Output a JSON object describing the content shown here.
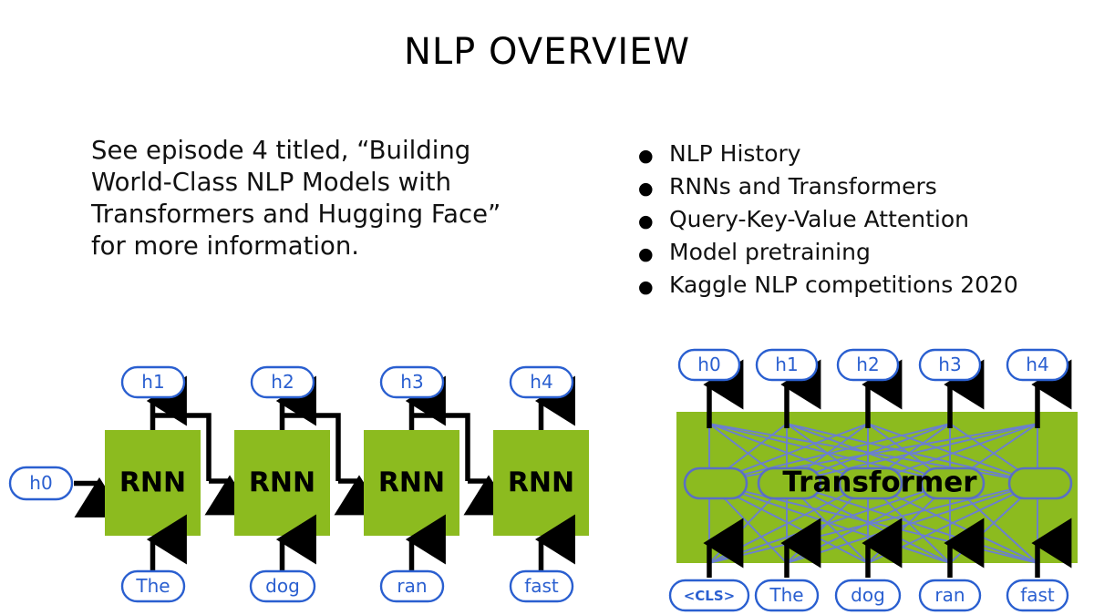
{
  "slide": {
    "title": "NLP OVERVIEW",
    "paragraph": "See episode 4 titled, “Building World-Class NLP Models with Transformers and Hugging Face” for more information.",
    "bullets": [
      {
        "marker": "●",
        "label": "NLP History"
      },
      {
        "marker": "●",
        "label": "RNNs and Transformers"
      },
      {
        "marker": "●",
        "label": "Query-Key-Value Attention"
      },
      {
        "marker": "●",
        "label": "Model pretraining"
      },
      {
        "marker": "●",
        "label": "Kaggle NLP competitions 2020"
      }
    ]
  },
  "colors": {
    "green": "#8cbb1f",
    "pill_border_blue": "#2a5fd0",
    "pill_text_blue": "#2a5fd0",
    "attention_line": "#6b7fd0",
    "arrow_black": "#000000",
    "text_black": "#111111",
    "background": "#ffffff"
  },
  "rnn_diagram": {
    "name": "rnn-unrolled-diagram",
    "initial_state": "h0",
    "cells": [
      {
        "label": "RNN",
        "input": "The",
        "output": "h1"
      },
      {
        "label": "RNN",
        "input": "dog",
        "output": "h2"
      },
      {
        "label": "RNN",
        "input": "ran",
        "output": "h3"
      },
      {
        "label": "RNN",
        "input": "fast",
        "output": "h4"
      }
    ]
  },
  "transformer_diagram": {
    "name": "transformer-attention-diagram",
    "label": "Transformer",
    "inputs": [
      "<CLS>",
      "The",
      "dog",
      "ran",
      "fast"
    ],
    "outputs": [
      "h0",
      "h1",
      "h2",
      "h3",
      "h4"
    ]
  }
}
